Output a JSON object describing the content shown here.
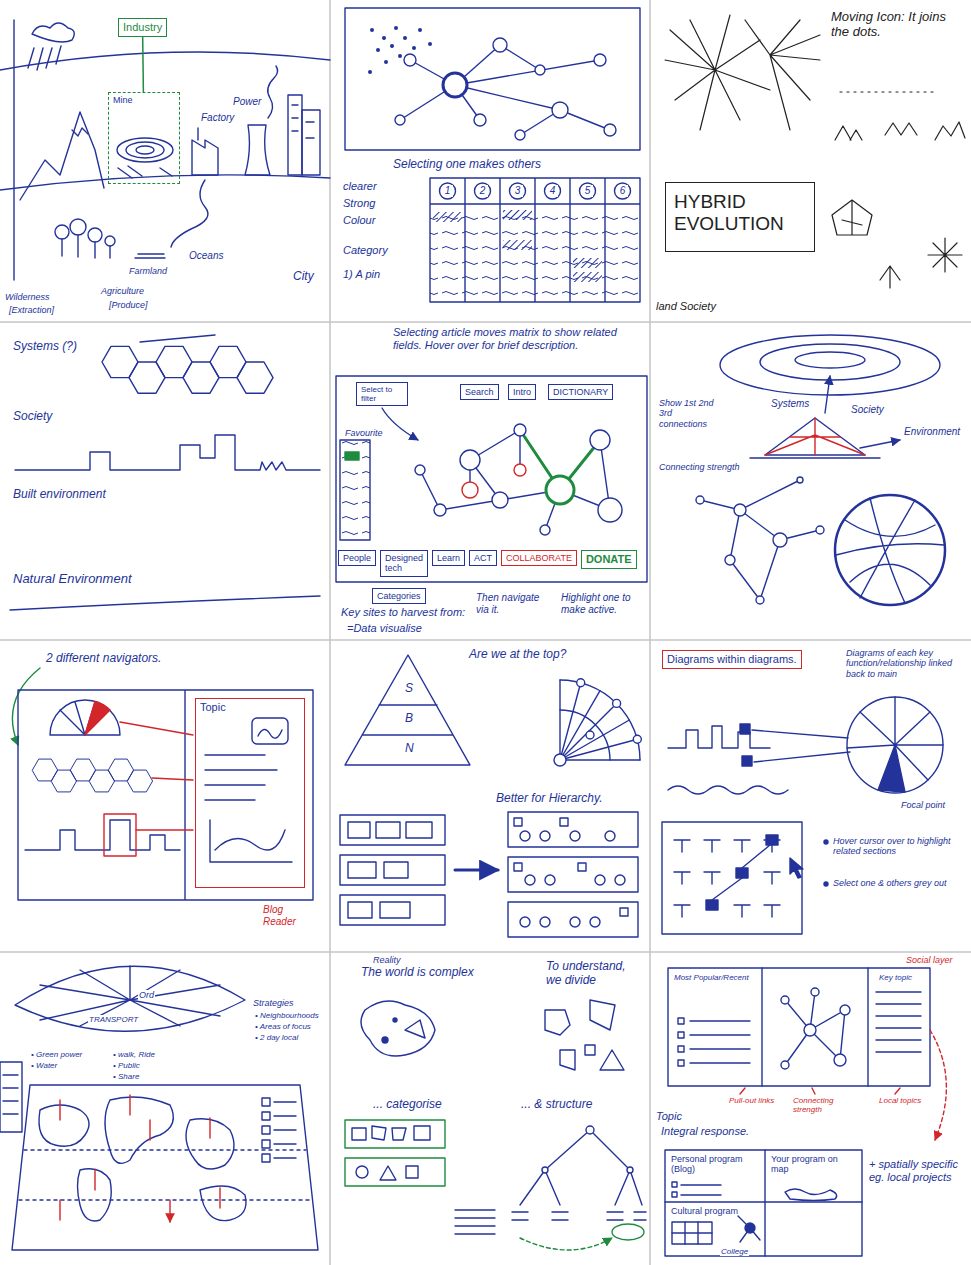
{
  "diagram": {
    "nodes": [
      {
        "text": [
          "Industry"
        ]
      },
      {
        "text": [
          "Mine"
        ]
      },
      {
        "text": [
          "HYBRID EVOLUTION"
        ]
      },
      {
        "text": [
          "Select to filter"
        ]
      },
      {
        "text": [
          "Search"
        ]
      },
      {
        "text": [
          "Intro"
        ]
      },
      {
        "text": [
          "DICTIONARY"
        ]
      },
      {
        "text": [
          "People"
        ]
      },
      {
        "text": [
          "Designed tech"
        ]
      },
      {
        "text": [
          "Learn"
        ]
      },
      {
        "text": [
          "ACT"
        ]
      },
      {
        "text": [
          "COLLABORATE"
        ]
      },
      {
        "text": [
          "DONATE"
        ]
      },
      {
        "text": [
          "Categories"
        ]
      },
      {
        "text": [
          "Topic"
        ]
      },
      {
        "text": [
          "Diagrams within diagrams."
        ]
      },
      {
        "text": [
          "Personal program (Blog)"
        ]
      },
      {
        "text": [
          "Your program on map"
        ]
      },
      {
        "text": [
          "Cultural program"
        ]
      }
    ],
    "edges": [
      {
        "from": 0,
        "to": 1,
        "arrow": "none"
      }
    ],
    "labels": [
      "Factory",
      "Power",
      "Oceans",
      "Farmland",
      "City",
      "Wilderness",
      "[Extraction]",
      "Agriculture",
      "[Produce]",
      "Selecting one makes others",
      "clearer",
      "Strong",
      "Colour",
      "Category",
      "1) A pin",
      "1",
      "2",
      "3",
      "4",
      "5",
      "6",
      "Moving Icon: It joins the dots.",
      "land Society",
      "Systems (?)",
      "Society",
      "Built environment",
      "Natural Environment",
      "Selecting article moves matrix to show related fields. Hover over for brief description.",
      "Favourite",
      "Then navigate via it.",
      "Highlight one to make active.",
      "Key sites to harvest from:",
      "=Data visualise",
      "Systems",
      "Society",
      "Environment",
      "Show 1st 2nd 3rd connections",
      "Connecting strength",
      "2 different navigators.",
      "Blog Reader",
      "S",
      "B",
      "N",
      "Are we at the top?",
      "Better for Hierarchy.",
      "Diagrams of each key function/relationship linked back to main",
      "Focal point",
      "Hover cursor over to highlight related sections",
      "Select one & others grey out",
      "Ord",
      "TRANSPORT",
      "Strategies",
      "• Neighbourhoods",
      "• Areas of focus",
      "• 2 day local",
      "• Green power",
      "• Water",
      "• walk, Ride",
      "• Public",
      "• Share",
      "Reality",
      "The world is complex",
      "To understand, we divide",
      "... categorise",
      "... & structure",
      "Social layer",
      "Most Popular/Recent",
      "Key topic",
      "Pull-out links",
      "Connecting strength",
      "Local topics",
      "Topic",
      "Integral response.",
      "College",
      "+ spatially specific eg. local projects"
    ]
  }
}
